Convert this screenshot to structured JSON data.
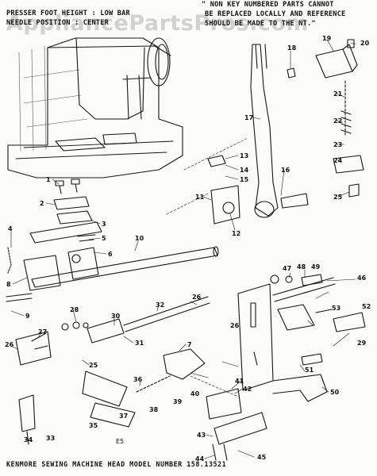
{
  "header": {
    "left_line1": "PRESSER FOOT HEIGHT : LOW BAR",
    "left_line2": "NEEDLE POSITION : CENTER",
    "right_line1": "\" NON KEY NUMBERED PARTS CANNOT",
    "right_line2": "BE REPLACED LOCALLY AND REFERENCE",
    "right_line3": "SHOULD BE MADE TO THE NT.\""
  },
  "watermark": "AppliancePartsPros.com",
  "page_code": "E5",
  "footer": "KENMORE SEWING MACHINE HEAD MODEL NUMBER 158.13521",
  "callouts": [
    "1",
    "2",
    "3",
    "4",
    "5",
    "6",
    "7",
    "8",
    "9",
    "10",
    "11",
    "12",
    "13",
    "14",
    "15",
    "16",
    "17",
    "18",
    "19",
    "20",
    "21",
    "22",
    "23",
    "24",
    "25",
    "26",
    "27",
    "28",
    "29",
    "30",
    "31",
    "32",
    "33",
    "34",
    "35",
    "36",
    "37",
    "38",
    "39",
    "40",
    "41",
    "42",
    "43",
    "44",
    "45",
    "46",
    "47",
    "48",
    "49",
    "50",
    "51",
    "52",
    "53"
  ]
}
